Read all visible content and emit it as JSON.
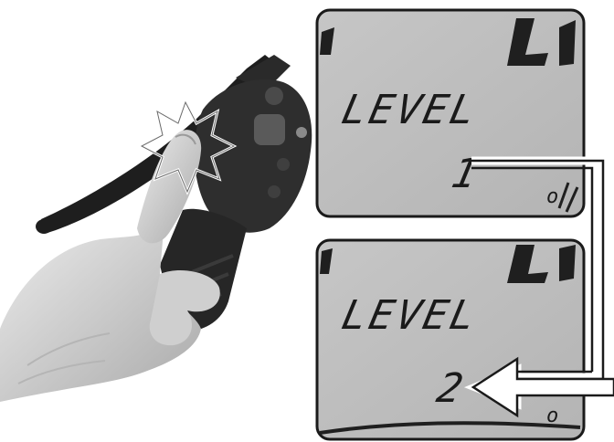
{
  "displays": [
    {
      "label": "LEVEL",
      "value": "1"
    },
    {
      "label": "LEVEL",
      "value": "2"
    }
  ],
  "colors": {
    "lcd_background": "#bdbdbd",
    "lcd_border": "#1a1a1a",
    "skin": "#d9d9d9",
    "control": "#2b2b2b"
  },
  "icons": {
    "press_indicator": "starburst-icon",
    "flow": "arrow-icon"
  }
}
